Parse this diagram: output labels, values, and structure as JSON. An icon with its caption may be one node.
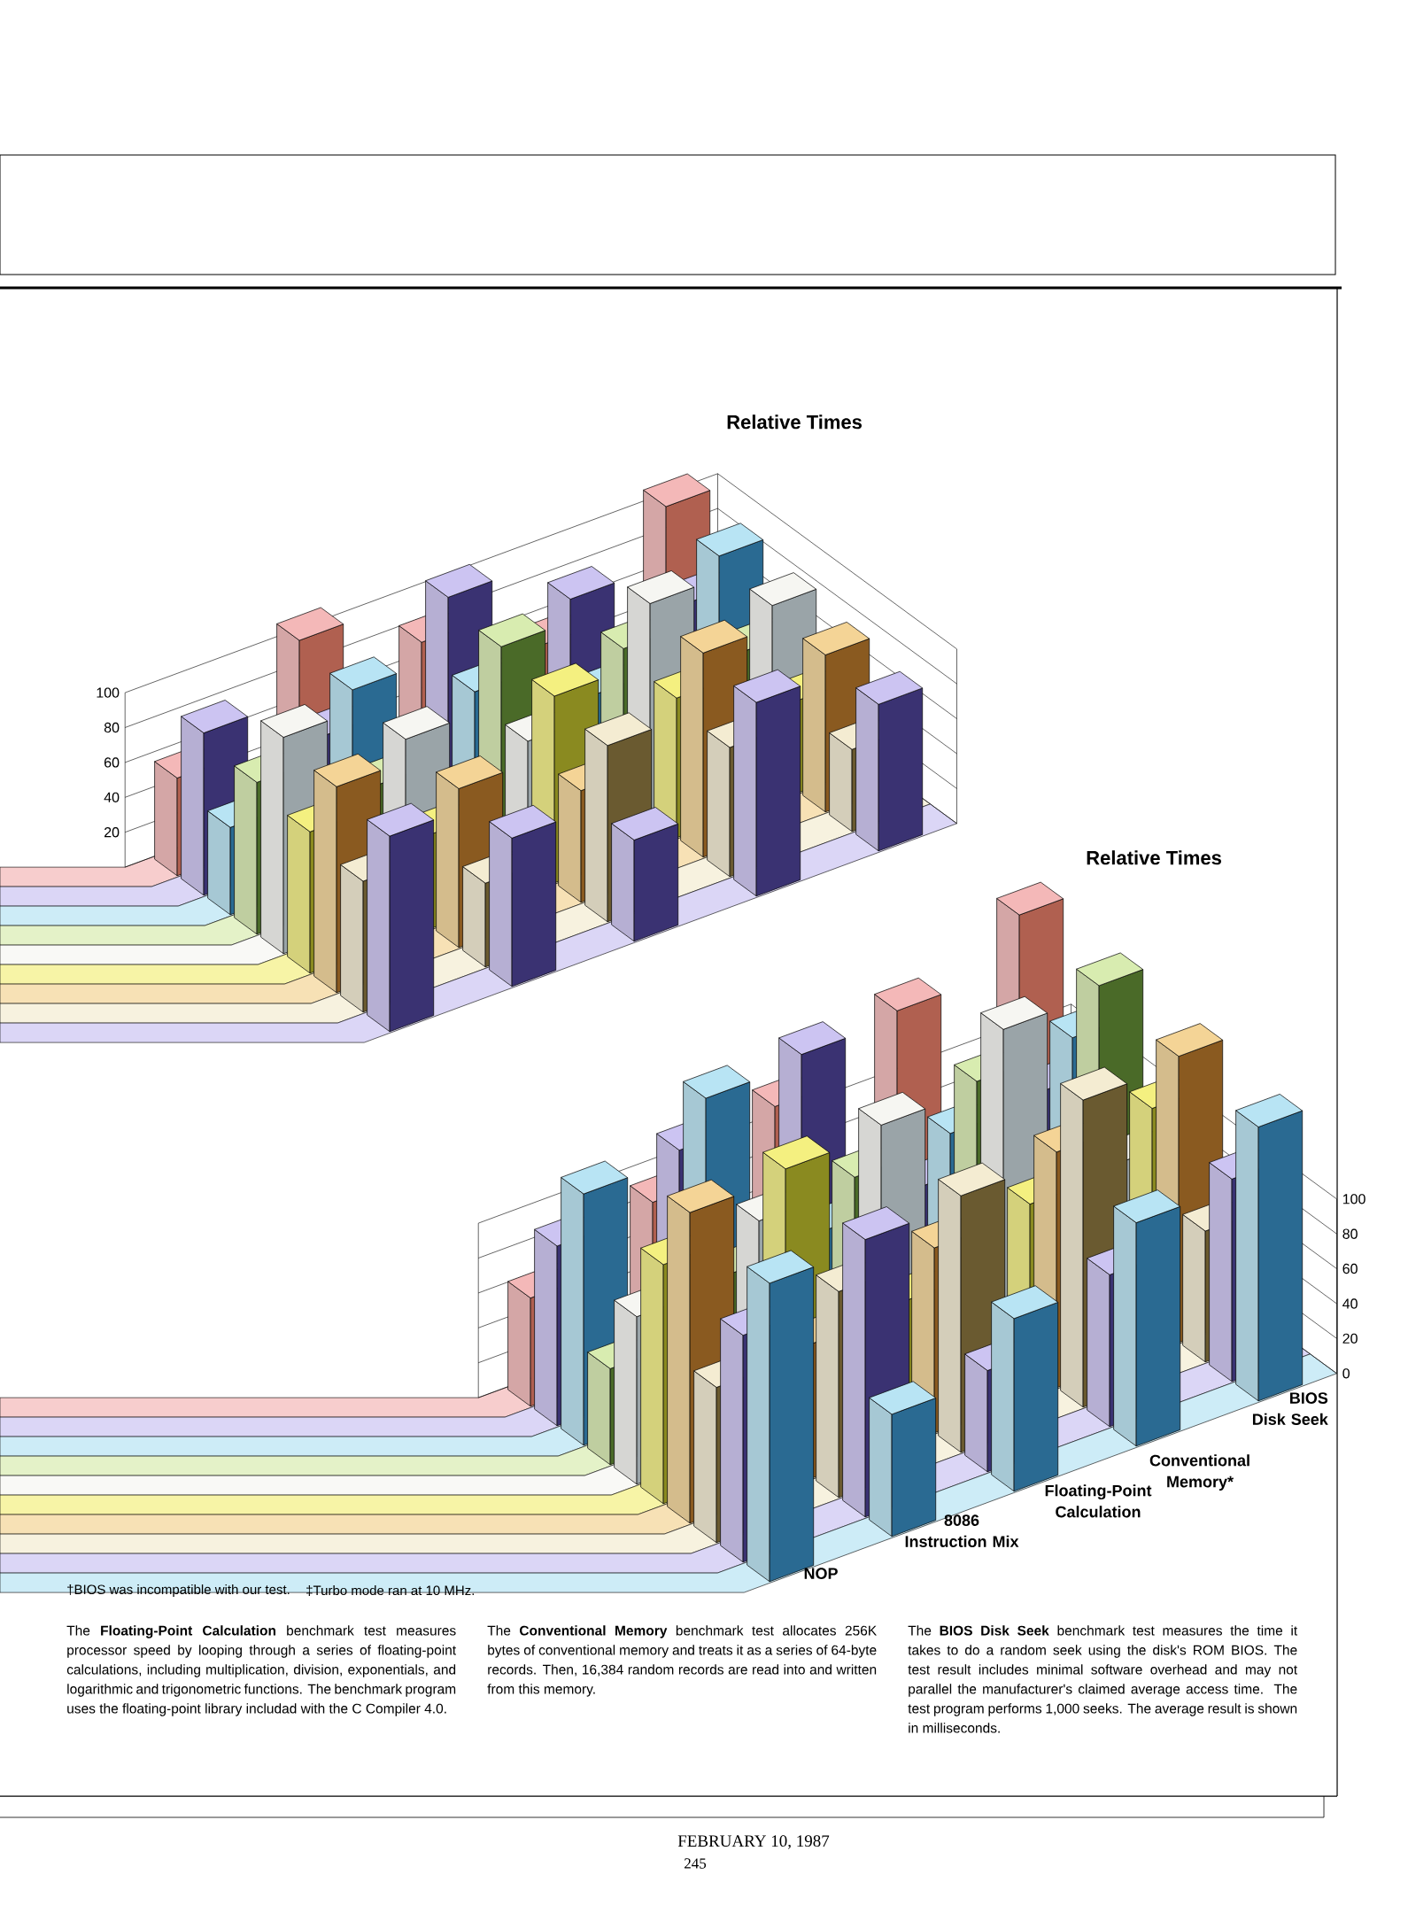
{
  "diagram": {
    "labels": [
      "Relative Times",
      "100",
      "80",
      "60",
      "40",
      "20",
      "Relative Times",
      "100",
      "80",
      "60",
      "40",
      "20",
      "0",
      "BIOS Disk Seek",
      "Conventional Memory*",
      "Floating-Point Calculation",
      "8086 Instruction Mix",
      "NOP",
      "†BIOS was incompatible with our test.",
      "‡Turbo mode ran at 10 MHz.",
      "The **Floating-Point Calculation** benchmark test measures processor speed by looping through a series of floating-point calculations, including multiplication, division, exponentials, and logarithmic and trigonometric functions. The benchmark program uses the floating-point library includad with the C Compiler 4.0.",
      "The **Conventional Memory** benchmark test allocates 256K bytes of conventional memory and treats it as a series of 64-byte records. Then, 16,384 random records are read into and written from this memory.",
      "The **BIOS Disk Seek** benchmark test measures the time it takes to do a random seek using the disk's ROM BIOS. The test result includes minimal software overhead and may not parallel the manufacturer's claimed average access time. The test program performs 1,000 seeks. The average result is shown in milliseconds.",
      "FEBRUARY 10, 1987",
      "245"
    ]
  }
}
